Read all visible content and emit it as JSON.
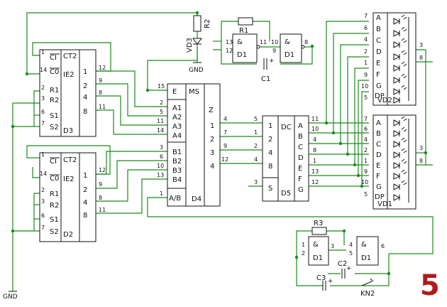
{
  "figure_number": "5",
  "power": {
    "gnd_top": "GND",
    "gnd_left": "GND"
  },
  "r2": {
    "name": "R2"
  },
  "vd3": {
    "name": "VD3"
  },
  "r1": {
    "name": "R1"
  },
  "c1": {
    "name": "C1",
    "plus": "+"
  },
  "d1_top_a": {
    "and": "&",
    "name": "D1",
    "pins": [
      "13",
      "12",
      "11"
    ]
  },
  "d1_top_b": {
    "and": "&",
    "name": "D1",
    "pins": [
      "10",
      "9",
      "8"
    ]
  },
  "counter_top": {
    "name": "D3",
    "title": "CT2",
    "sub": "IE2",
    "left_pins": [
      "1",
      "14",
      "2",
      "3",
      "6",
      "7"
    ],
    "left_labels": [
      "CI",
      "C0",
      "R1",
      "R2",
      "S1",
      "S2"
    ],
    "right_pins": [
      "12",
      "9",
      "8",
      "11"
    ],
    "right_labels": [
      "1",
      "2",
      "4",
      "8"
    ]
  },
  "counter_bottom": {
    "name": "D2",
    "title": "CT2",
    "sub": "IE2",
    "left_pins": [
      "1",
      "14",
      "2",
      "3",
      "6",
      "7"
    ],
    "left_labels": [
      "CI",
      "C0",
      "R1",
      "R2",
      "S1",
      "S2"
    ],
    "right_pins": [
      "12",
      "9",
      "8",
      "11"
    ],
    "right_labels": [
      "1",
      "2",
      "4",
      "8"
    ]
  },
  "mux": {
    "name": "D4",
    "title": "MS",
    "out": "Z",
    "in_labels": [
      "E",
      "A1",
      "A2",
      "A3",
      "A4",
      "B1",
      "B2",
      "B3",
      "B4",
      "A/B"
    ],
    "in_pins": [
      "15",
      "2",
      "5",
      "11",
      "14",
      "3",
      "6",
      "10",
      "13",
      "1"
    ],
    "out_labels": [
      "1",
      "2",
      "3",
      "4"
    ],
    "out_pins": [
      "4",
      "7",
      "9",
      "12"
    ]
  },
  "decoder": {
    "name": "D5",
    "title": "DC",
    "in_labels": [
      "1",
      "2",
      "4",
      "8",
      "S"
    ],
    "in_pins": [
      "5",
      "1",
      "2",
      "4",
      "3"
    ],
    "out_labels": [
      "A",
      "B",
      "C",
      "D",
      "E",
      "F",
      "G"
    ],
    "out_pins": [
      "11",
      "10",
      "4",
      "8",
      "1",
      "13",
      "12"
    ]
  },
  "display_top": {
    "name": "VD2",
    "seg_labels": [
      "A",
      "B",
      "C",
      "D",
      "E",
      "F",
      "G",
      "DP"
    ],
    "seg_pins": [
      "7",
      "6",
      "4",
      "2",
      "1",
      "9",
      "10",
      "5"
    ],
    "common_pins": [
      "3",
      "8"
    ]
  },
  "display_bottom": {
    "name": "VD1",
    "seg_labels": [
      "A",
      "B",
      "C",
      "D",
      "E",
      "F",
      "G",
      "DP"
    ],
    "seg_pins": [
      "7",
      "6",
      "4",
      "2",
      "1",
      "9",
      "10",
      "5"
    ],
    "common_pins": [
      "3",
      "8"
    ]
  },
  "r3": {
    "name": "R3"
  },
  "c2": {
    "name": "C2",
    "plus": "+"
  },
  "c3": {
    "name": "C3",
    "plus": "+"
  },
  "kn2": {
    "name": "KN2"
  },
  "d1_bot_a": {
    "and": "&",
    "name": "D1",
    "pins": [
      "1",
      "2",
      "3"
    ]
  },
  "d1_bot_b": {
    "and": "&",
    "name": "D1",
    "pins": [
      "4",
      "5",
      "6"
    ]
  }
}
